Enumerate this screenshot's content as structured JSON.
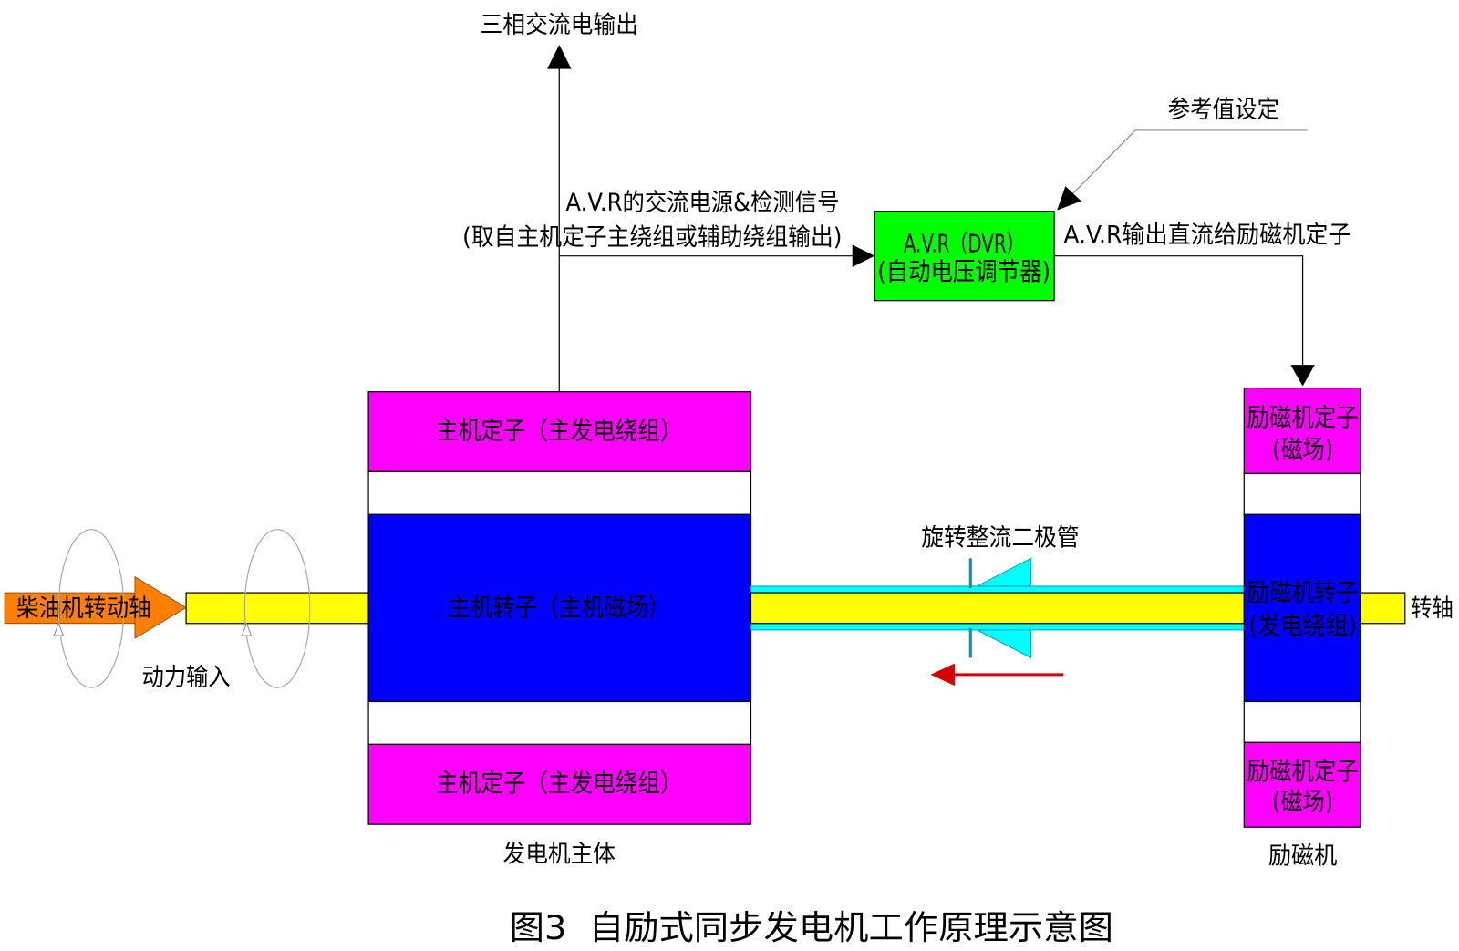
{
  "colors": {
    "stator": "#ff00ff",
    "rotor": "#0000ff",
    "avr": "#00ff00",
    "shaft": "#ffff00",
    "rectifier": "#00ffff",
    "engine_shaft": "#ff7f00",
    "direction_arrow": "#d40000"
  },
  "top_output": {
    "label": "三相交流电输出"
  },
  "avr_feed": {
    "line1": "A.V.R的交流电源&检测信号",
    "line2": "(取自主机定子主绕组或辅助绕组输出)"
  },
  "reference": {
    "label": "参考值设定"
  },
  "avr": {
    "line1": "A.V.R（DVR）",
    "line2": "(自动电压调节器)"
  },
  "avr_output": {
    "label": "A.V.R输出直流给励磁机定子"
  },
  "engine": {
    "shaft_label": "柴油机转动轴",
    "power_input_label": "动力输入"
  },
  "main_generator": {
    "stator_top": "主机定子（主发电绕组）",
    "rotor": "主机转子（主机磁场）",
    "stator_bottom": "主机定子（主发电绕组）",
    "label": "发电机主体"
  },
  "rectifier": {
    "label": "旋转整流二极管"
  },
  "exciter": {
    "stator_top": {
      "line1": "励磁机定子",
      "line2": "(磁场)"
    },
    "rotor": {
      "line1": "励磁机转子",
      "line2": "(发电绕组)"
    },
    "stator_bottom": {
      "line1": "励磁机定子",
      "line2": "(磁场)"
    },
    "label": "励磁机"
  },
  "shaft_end": {
    "label": "转轴"
  },
  "caption": "图3  自励式同步发电机工作原理示意图"
}
